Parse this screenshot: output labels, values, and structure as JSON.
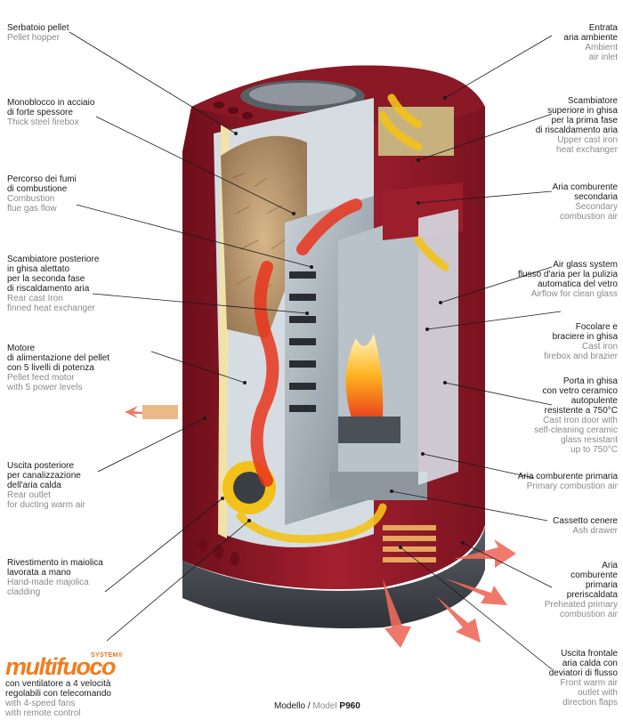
{
  "labels": [
    {
      "it": [
        "Serbatoio pellet"
      ],
      "en": [
        "Pellet hopper"
      ]
    },
    {
      "it": [
        "Monoblocco in acciaio",
        "di forte spessore"
      ],
      "en": [
        "Thick steel firebox"
      ]
    },
    {
      "it": [
        "Percorso dei fumi",
        "di combustione"
      ],
      "en": [
        "Combustion",
        "flue gas flow"
      ]
    },
    {
      "it": [
        "Scambiatore posteriore",
        "in ghisa alettato",
        "per la seconda fase",
        "di riscaldamento aria"
      ],
      "en": [
        "Rear cast Iron",
        "finned heat exchanger"
      ]
    },
    {
      "it": [
        "Motore",
        "di alimentazione del pellet",
        "con 5 livelli di potenza"
      ],
      "en": [
        "Pellet feed motor",
        "with 5 power levels"
      ]
    },
    {
      "it": [
        "Uscita posteriore",
        "per canalizzazione",
        "dell'aria calda"
      ],
      "en": [
        "Rear outlet",
        "for ducting warm air"
      ]
    },
    {
      "it": [
        "Rivestimento in maiolica",
        "lavorata a mano"
      ],
      "en": [
        "Hand-made majolica",
        "cladding"
      ]
    },
    {
      "it": [
        "Entrata",
        "aria ambiente"
      ],
      "en": [
        "Ambient",
        "air inlet"
      ]
    },
    {
      "it": [
        "Scambiatore",
        "superiore in ghisa",
        "per la prima fase",
        "di riscaldamento aria"
      ],
      "en": [
        "Upper cast iron",
        "heat exchanger"
      ]
    },
    {
      "it": [
        "Aria comburente",
        "secondaria"
      ],
      "en": [
        "Secondary",
        "combustion air"
      ]
    },
    {
      "it": [
        "Air glass system",
        "flusso d'aria per la pulizia",
        "automatica del vetro"
      ],
      "en": [
        "Airflow for clean glass"
      ]
    },
    {
      "it": [
        "Focolare e",
        "braciere in ghisa"
      ],
      "en": [
        "Cast iron",
        "firebox and brazier"
      ]
    },
    {
      "it": [
        "Porta in ghisa",
        "con vetro ceramico",
        "autopulente",
        "resistente a 750°C"
      ],
      "en": [
        "Cast Iron door with",
        "self-cleaning ceramic",
        "glass resistant",
        "up to 750°C"
      ]
    },
    {
      "it": [
        "Aria comburente primaria"
      ],
      "en": [
        "Primary combustion air"
      ]
    },
    {
      "it": [
        "Cassetto cenere"
      ],
      "en": [
        "Ash drawer"
      ]
    },
    {
      "it": [
        "Aria",
        "comburente",
        "primaria",
        "preriscaldata"
      ],
      "en": [
        "Preheated primary",
        "combustion air"
      ]
    },
    {
      "it": [
        "Uscita frontale",
        "aria calda con",
        "deviatori di flusso"
      ],
      "en": [
        "Front warm air",
        "outlet with",
        "direction flaps"
      ]
    }
  ],
  "brand": {
    "system": "SYSTEM®",
    "name": "multifuoco",
    "desc_it": [
      "con ventilatore a 4 velocità",
      "regolabili con telecomando"
    ],
    "desc_en": [
      "with 4-speed fans",
      "with remote control"
    ]
  },
  "model": {
    "it": "Modello",
    "sep": " / ",
    "en": "Model",
    "code": "P960"
  },
  "colors": {
    "majolica": "#9c1d2b",
    "steel": "#9aa4ad",
    "flame": "#e8351c",
    "warm_air": "#f3c21a",
    "brand": "#f07d1e"
  }
}
